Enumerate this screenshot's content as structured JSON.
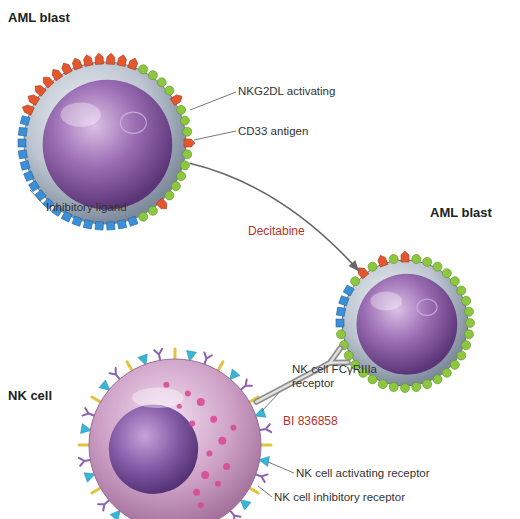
{
  "diagram": {
    "nodes": [
      {
        "text": [
          "AML blast"
        ]
      },
      {
        "text": [
          "AML blast"
        ]
      },
      {
        "text": [
          "NK cell"
        ]
      }
    ],
    "edges": [
      {
        "from": 0,
        "to": 1,
        "arrow": "to",
        "label": "Decitabine"
      },
      {
        "from": 2,
        "to": 1,
        "arrow": "none",
        "label": "BI 836858"
      }
    ],
    "labels": [
      "NKG2DL activating",
      "CD33 antigen",
      "Inhibitory ligand",
      "NK cell FCγRIIIa receptor",
      "NK cell activating receptor",
      "NK cell inhibitory receptor"
    ]
  }
}
